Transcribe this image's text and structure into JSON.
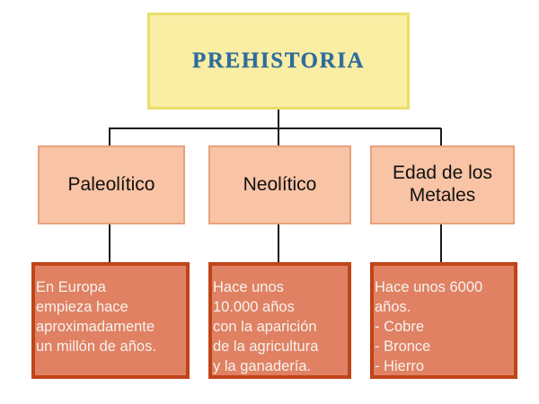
{
  "diagram": {
    "kind": "hierarchy-tree",
    "background_color": "#ffffff",
    "title": "PREHISTORIA",
    "root": {
      "label": "PREHISTORIA",
      "fill_color": "#faeea4",
      "border_color": "#e8e06a",
      "text_color": "#2c6ca0"
    },
    "periods": [
      {
        "label": "Paleolítico",
        "fill_color": "#f9c3a5",
        "border_color": "#e8a17c",
        "text_color": "#111111",
        "detail": "En Europa\nempieza hace\naproximadamente\nun millón de años.",
        "detail_fill_color": "#e08163",
        "detail_border_color": "#c0441a",
        "detail_text_color": "#f6f2ee"
      },
      {
        "label": "Neolítico",
        "fill_color": "#f9c3a5",
        "border_color": "#e8a17c",
        "text_color": "#111111",
        "detail": "Hace unos\n10.000 años\ncon la aparición\nde la agricultura\ny la ganadería.",
        "detail_fill_color": "#e08163",
        "detail_border_color": "#c0441a",
        "detail_text_color": "#f6f2ee"
      },
      {
        "label": "Edad de los Metales",
        "fill_color": "#f9c3a5",
        "border_color": "#e8a17c",
        "text_color": "#111111",
        "detail": "Hace unos 6000\naños.\n- Cobre\n- Bronce\n- Hierro",
        "detail_fill_color": "#e08163",
        "detail_border_color": "#c0441a",
        "detail_text_color": "#f6f2ee"
      }
    ],
    "connectors": {
      "color": "#1a1a1a",
      "width": 2
    }
  }
}
